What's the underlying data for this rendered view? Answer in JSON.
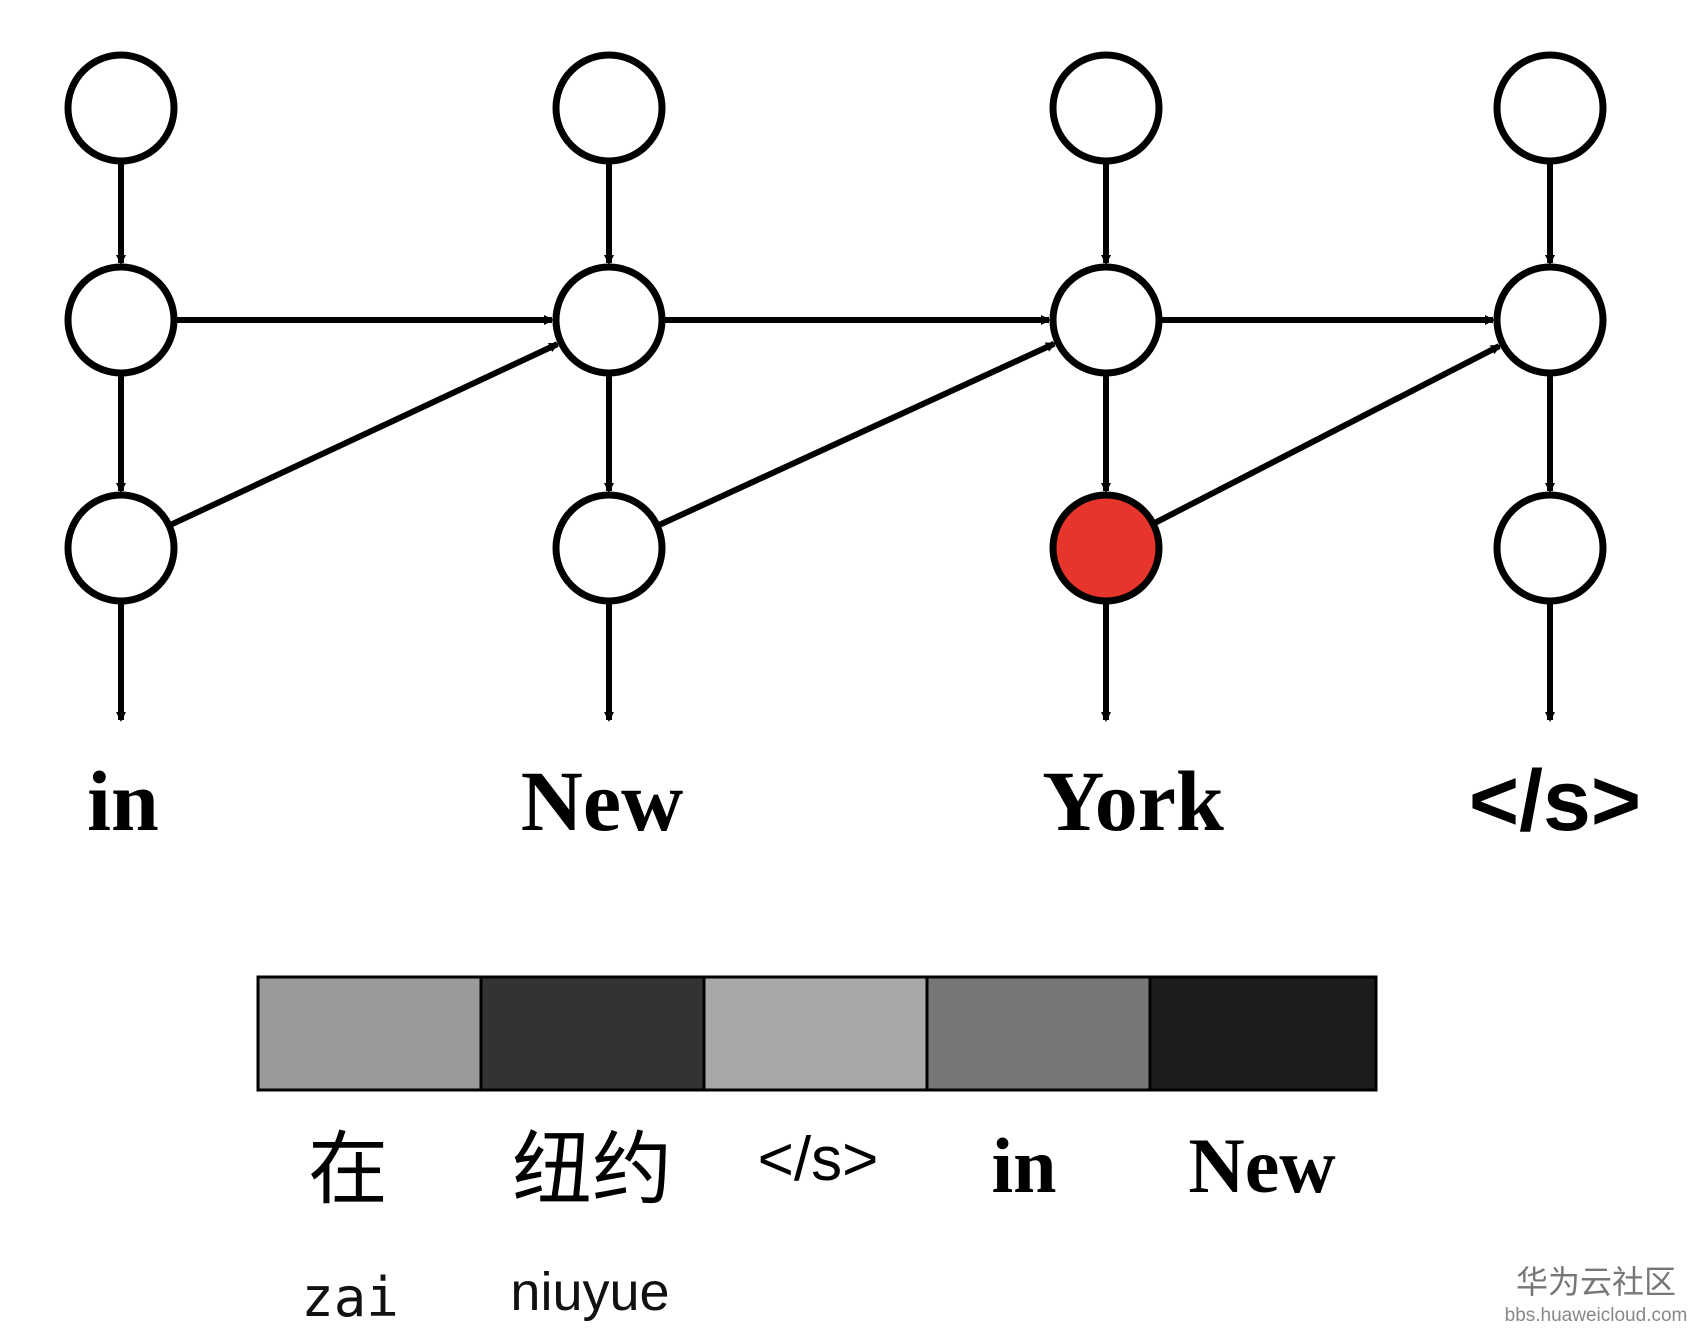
{
  "target_words": [
    "in",
    "New",
    "York",
    "</s>"
  ],
  "source": {
    "tokens": [
      "在",
      "纽约",
      "</s>",
      "in",
      "New"
    ],
    "pinyin": [
      "zai",
      "niuyue",
      "",
      "",
      ""
    ],
    "shades": [
      "#9a9a9a",
      "#333333",
      "#a8a8a8",
      "#777777",
      "#1c1c1c"
    ]
  },
  "highlight_color": "#e8352b",
  "watermark": {
    "title": "华为云社区",
    "url": "bbs.huaweicloud.com"
  }
}
